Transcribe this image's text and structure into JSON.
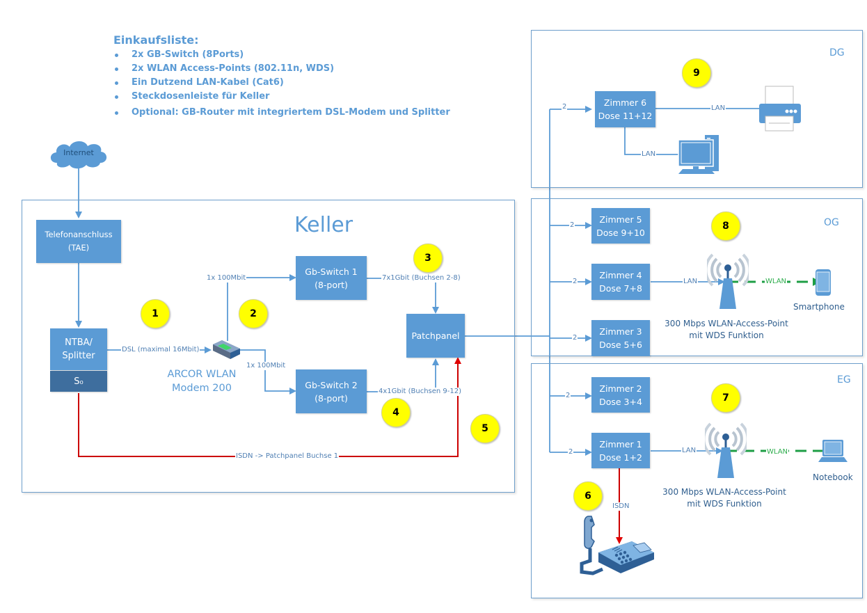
{
  "shopping_list": {
    "title": "Einkaufsliste:",
    "items": [
      "2x GB-Switch (8Ports)",
      "2x WLAN Access-Points (802.11n, WDS)",
      "Ein Dutzend LAN-Kabel (Cat6)",
      "Steckdosenleiste für Keller",
      "Optional: GB-Router mit integriertem DSL-Modem und Splitter"
    ]
  },
  "internet": {
    "label": "Internet"
  },
  "keller": {
    "title": "Keller",
    "tae": {
      "line1": "Telefonanschluss",
      "line2": "(TAE)"
    },
    "ntba": {
      "line1": "NTBA/",
      "line2": "Splitter",
      "s0": "S₀"
    },
    "modem": {
      "line1": "ARCOR WLAN",
      "line2": "Modem 200"
    },
    "switch1": {
      "line1": "Gb-Switch 1",
      "line2": "(8-port)"
    },
    "switch2": {
      "line1": "Gb-Switch 2",
      "line2": "(8-port)"
    },
    "patchpanel": {
      "label": "Patchpanel"
    },
    "links": {
      "dsl": "DSL (maximal 16Mbit)",
      "modem_to_sw1": "1x 100Mbit",
      "modem_to_sw2": "1x 100Mbit",
      "sw1_to_pp": "7x1Gbit (Buchsen 2-8)",
      "sw2_to_pp": "4x1Gbit (Buchsen 9-12)",
      "isdn": "ISDN -> Patchpanel Buchse 1"
    }
  },
  "badges": [
    "1",
    "2",
    "3",
    "4",
    "5",
    "6",
    "7",
    "8",
    "9"
  ],
  "floors": {
    "dg": {
      "name": "DG",
      "room": {
        "line1": "Zimmer 6",
        "line2": "Dose 11+12",
        "link": "2"
      },
      "lan_printer": "LAN",
      "lan_pc": "LAN"
    },
    "og": {
      "name": "OG",
      "rooms": [
        {
          "line1": "Zimmer 5",
          "line2": "Dose 9+10",
          "link": "2"
        },
        {
          "line1": "Zimmer 4",
          "line2": "Dose 7+8",
          "link": "2"
        },
        {
          "line1": "Zimmer 3",
          "line2": "Dose 5+6",
          "link": "2"
        }
      ],
      "lan": "LAN",
      "wlan": "WLAN",
      "ap_caption": {
        "line1": "300 Mbps WLAN-Access-Point",
        "line2": "mit WDS Funktion"
      },
      "device": "Smartphone"
    },
    "eg": {
      "name": "EG",
      "rooms": [
        {
          "line1": "Zimmer 2",
          "line2": "Dose 3+4",
          "link": "2"
        },
        {
          "line1": "Zimmer 1",
          "line2": "Dose 1+2",
          "link": "2"
        }
      ],
      "lan": "LAN",
      "wlan": "WLAN",
      "isdn": "ISDN",
      "ap_caption": {
        "line1": "300 Mbps WLAN-Access-Point",
        "line2": "mit WDS Funktion"
      },
      "device": "Notebook"
    }
  },
  "colors": {
    "box": "#5b9bd5",
    "line": "#5b9bd5",
    "isdn": "#cc0000",
    "wlan": "#1e9e45",
    "badge": "#ffff00"
  }
}
